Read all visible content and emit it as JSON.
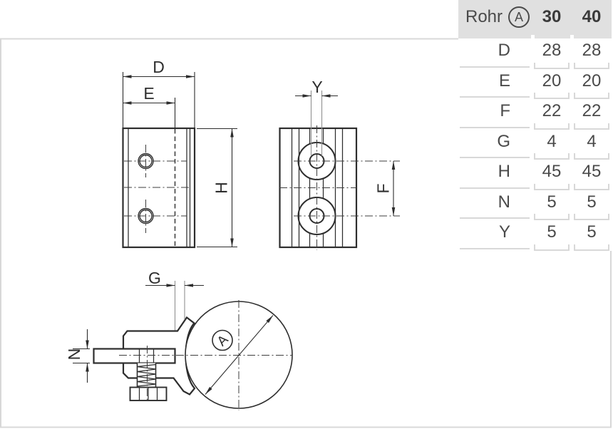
{
  "colors": {
    "line": "#2d2d2d",
    "centerline": "#3d3d3d",
    "extgray": "#8f8f8f",
    "frame": "#d8d8d8",
    "headerbg": "#e0e0e0",
    "tborder": "#d8d8d8",
    "celltext": "#4a4a4a",
    "boldtext": "#3a3a3a"
  },
  "table": {
    "header": {
      "rohr_label": "Rohr",
      "badge": "A",
      "sizes": [
        "30",
        "40"
      ]
    },
    "rows": [
      {
        "label": "D",
        "values": [
          "28",
          "28"
        ]
      },
      {
        "label": "E",
        "values": [
          "20",
          "20"
        ]
      },
      {
        "label": "F",
        "values": [
          "22",
          "22"
        ]
      },
      {
        "label": "G",
        "values": [
          "4",
          "4"
        ]
      },
      {
        "label": "H",
        "values": [
          "45",
          "45"
        ]
      },
      {
        "label": "N",
        "values": [
          "5",
          "5"
        ]
      },
      {
        "label": "Y",
        "values": [
          "5",
          "5"
        ]
      }
    ]
  },
  "drawing": {
    "labels": {
      "d": "D",
      "e": "E",
      "h": "H",
      "y": "Y",
      "f": "F",
      "g": "G",
      "n": "N",
      "tube_badge": "A"
    }
  }
}
